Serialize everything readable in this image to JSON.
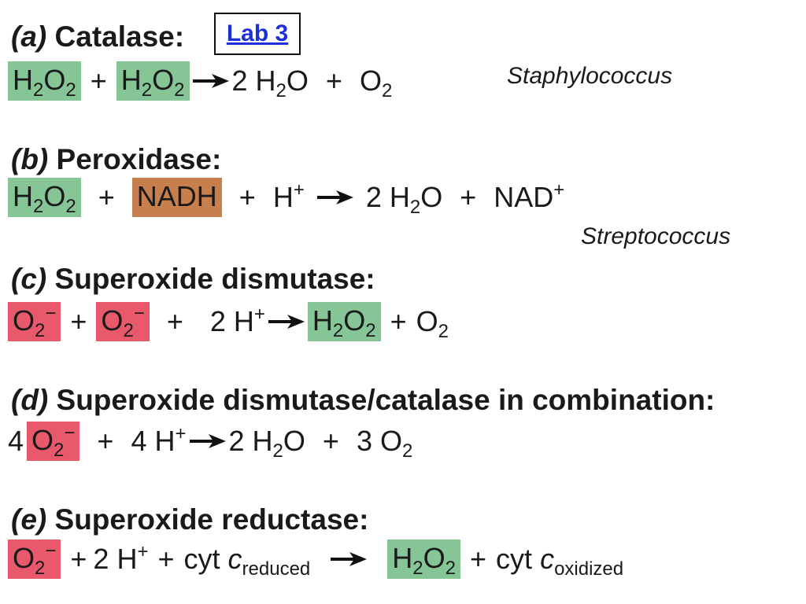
{
  "lab_link": "Lab 3",
  "a": {
    "letter": "(a)",
    "title": "Catalase:",
    "organism": "Staphylococcus",
    "r1": "H2O2",
    "plus1": "+",
    "r2": "H2O2",
    "p1_coef": "2",
    "p1": "H2O",
    "plus2": "+",
    "p2": "O2"
  },
  "b": {
    "letter": "(b)",
    "title": "Peroxidase:",
    "organism": "Streptococcus",
    "r1": "H2O2",
    "r2": "NADH",
    "r3": "H+",
    "p1_coef": "2",
    "p1": "H2O",
    "p2": "NAD+"
  },
  "c": {
    "letter": "(c)",
    "title": "Superoxide dismutase:",
    "r1": "O2−",
    "r2": "O2−",
    "r3_coef": "2",
    "r3": "H+",
    "p1": "H2O2",
    "p2": "O2"
  },
  "d": {
    "letter": "(d)",
    "title": "Superoxide dismutase/catalase in combination:",
    "r1_coef": "4",
    "r1": "O2−",
    "r2_coef": "4",
    "r2": "H+",
    "p1_coef": "2",
    "p1": "H2O",
    "p2_coef": "3",
    "p2": "O2"
  },
  "e": {
    "letter": "(e)",
    "title": "Superoxide reductase:",
    "r1": "O2−",
    "r2_coef": "2",
    "r2": "H+",
    "r3_prefix": "cyt",
    "r3_c": "c",
    "r3_sub": "reduced",
    "p1": "H2O2",
    "p2_prefix": "cyt",
    "p2_c": "c",
    "p2_sub": "oxidized"
  },
  "colors": {
    "green": "#86c596",
    "red": "#e8596b",
    "brown": "#c87f4e",
    "link": "#1d2fd6"
  }
}
